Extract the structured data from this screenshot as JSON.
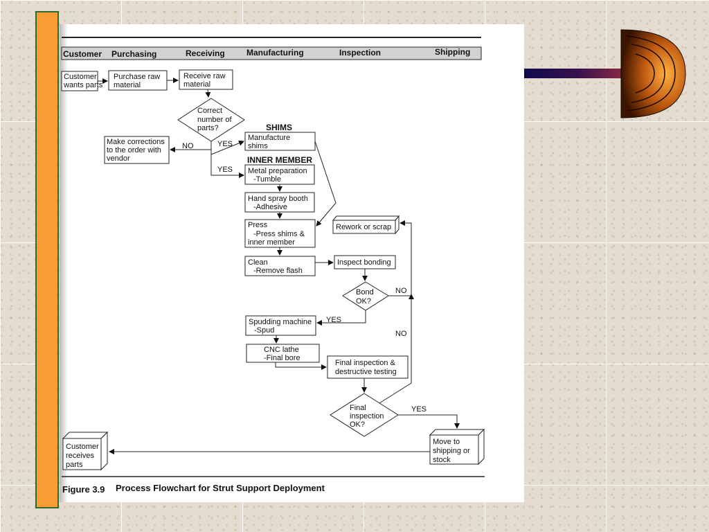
{
  "lanes": [
    "Customer",
    "Purchasing",
    "Receiving",
    "Manufacturing",
    "Inspection",
    "Shipping"
  ],
  "nodes": {
    "customer_wants": [
      "Customer",
      "wants parts"
    ],
    "purchase_raw": [
      "Purchase raw",
      "material"
    ],
    "receive_raw": [
      "Receive raw",
      "material"
    ],
    "correct_parts": [
      "Correct",
      "number of",
      "parts?"
    ],
    "make_corrections": [
      "Make corrections",
      "to the order with",
      "vendor"
    ],
    "manufacture_shims": [
      "Manufacture",
      "shims"
    ],
    "metal_prep": [
      "Metal preparation",
      "-Tumble"
    ],
    "hand_spray": [
      "Hand spray booth",
      "-Adhesive"
    ],
    "press": [
      "Press",
      "-Press shims &",
      "inner member"
    ],
    "clean": [
      "Clean",
      "-Remove flash"
    ],
    "inspect_bonding": [
      "Inspect bonding"
    ],
    "bond_ok": [
      "Bond",
      "OK?"
    ],
    "rework": [
      "Rework or scrap"
    ],
    "spudding": [
      "Spudding machine",
      "-Spud"
    ],
    "cnc": [
      "CNC lathe",
      "-Final bore"
    ],
    "final_insp_test": [
      "Final inspection &",
      "destructive testing"
    ],
    "final_insp_ok": [
      "Final",
      "inspection",
      "OK?"
    ],
    "move_shipping": [
      "Move to",
      "shipping or",
      "stock"
    ],
    "customer_receives": [
      "Customer",
      "receives",
      "parts"
    ]
  },
  "section_labels": {
    "shims": "SHIMS",
    "inner_member": "INNER MEMBER"
  },
  "edge_labels": {
    "no_correct": "NO",
    "yes_shims": "YES",
    "yes_inner": "YES",
    "no_bond": "NO",
    "yes_bond": "YES",
    "no_final": "NO",
    "yes_final": "YES"
  },
  "caption": {
    "figure": "Figure 3.9",
    "title": "Process Flowchart for Strut Support Deployment"
  },
  "colors": {
    "side_bar": "#f99d36",
    "side_bar_border": "#2e6b2e",
    "ornament_gradient": [
      "#0d0d4a",
      "#9a2f3f",
      "#ff9a30"
    ]
  }
}
